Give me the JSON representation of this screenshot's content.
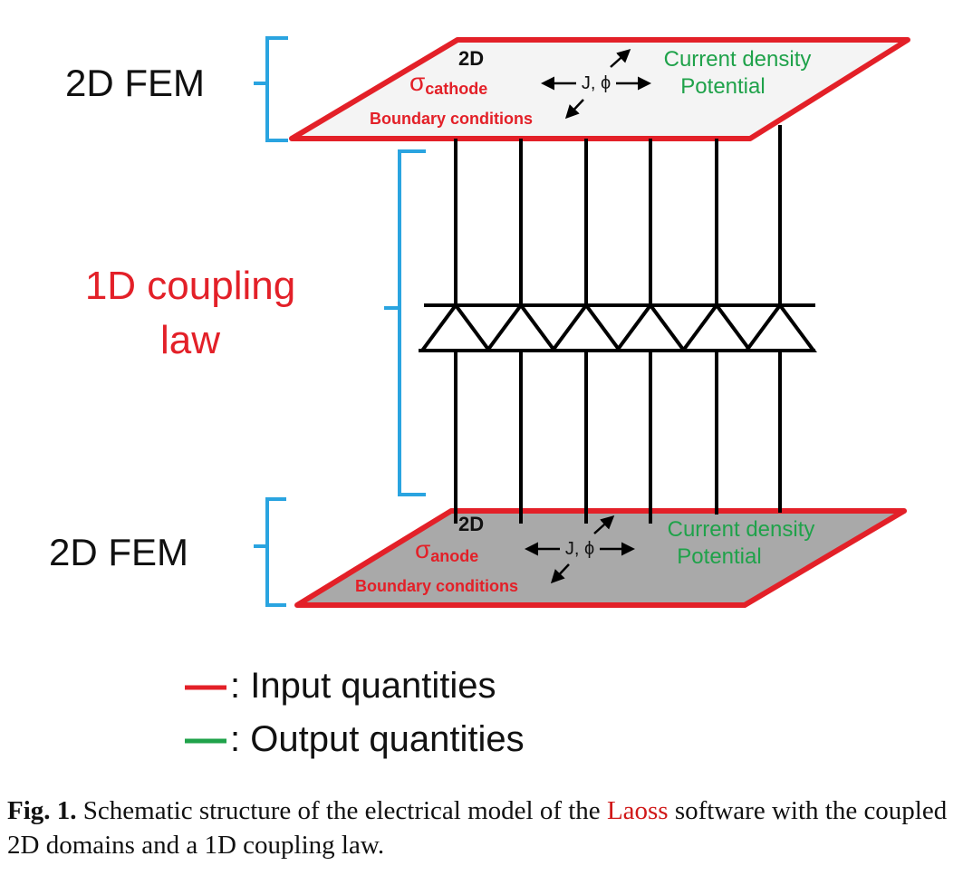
{
  "colors": {
    "input": "#e32028",
    "output": "#1fa24a",
    "bracket": "#2aa4e0",
    "top_plane_fill": "#f4f4f4",
    "bottom_plane_fill": "#a9a9a9",
    "line": "#000000"
  },
  "left_labels": {
    "top_fem": "2D FEM",
    "coupling_line1": "1D coupling",
    "coupling_line2": "law",
    "bottom_fem": "2D FEM"
  },
  "top_plane": {
    "dim_label": "2D",
    "sigma_symbol": "σ",
    "sigma_subscript": "cathode",
    "boundary": "Boundary conditions",
    "arrows_label": "J, ϕ",
    "output_line1": "Current density",
    "output_line2": "Potential"
  },
  "bottom_plane": {
    "dim_label": "2D",
    "sigma_symbol": "σ",
    "sigma_subscript": "anode",
    "boundary": "Boundary conditions",
    "arrows_label": "J, ϕ",
    "output_line1": "Current density",
    "output_line2": "Potential"
  },
  "legend": {
    "input_label": ": Input quantities",
    "output_label": ": Output quantities"
  },
  "caption": {
    "fig_label": "Fig. 1.",
    "text_before_link": "Schematic structure of the electrical model of the",
    "link_text": "Laoss",
    "text_after_link": "software with the coupled 2D domains and a 1D coupling law."
  }
}
